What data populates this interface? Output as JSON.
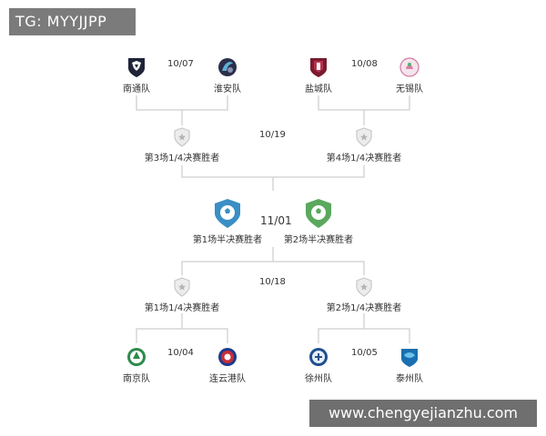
{
  "watermark": {
    "top": "TG: MYYJJPP",
    "bottom": "www.chengyejianzhu.com"
  },
  "top_half": {
    "match_left": {
      "date": "10/07",
      "home": "南通队",
      "away": "淮安队"
    },
    "match_right": {
      "date": "10/08",
      "home": "盐城队",
      "away": "无锡队"
    },
    "qf_date": "10/19",
    "qf_left": "第3场1/4决赛胜者",
    "qf_right": "第4场1/4决赛胜者"
  },
  "final": {
    "date": "11/01",
    "left": "第1场半决赛胜者",
    "right": "第2场半决赛胜者"
  },
  "bottom_half": {
    "qf_date": "10/18",
    "qf_left": "第1场1/4决赛胜者",
    "qf_right": "第2场1/4决赛胜者",
    "match_left": {
      "date": "10/04",
      "home": "南京队",
      "away": "连云港队"
    },
    "match_right": {
      "date": "10/05",
      "home": "徐州队",
      "away": "泰州队"
    }
  },
  "colors": {
    "line": "#d6d6d6",
    "semi_left": "#3a8fc4",
    "semi_right": "#5aa85e",
    "shield_grey": "#c8c8c8"
  }
}
